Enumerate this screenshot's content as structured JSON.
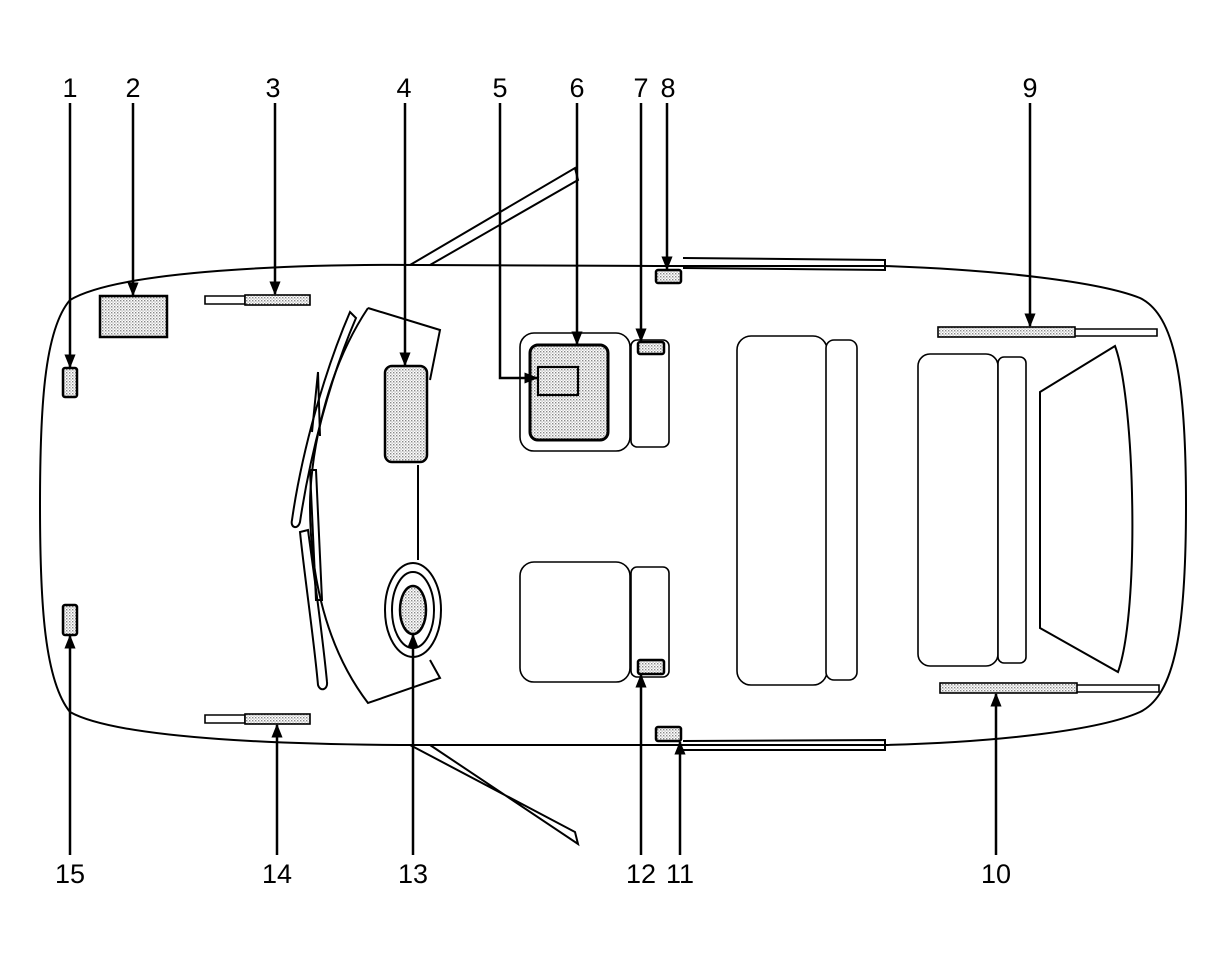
{
  "callouts": {
    "c1": "1",
    "c2": "2",
    "c3": "3",
    "c4": "4",
    "c5": "5",
    "c6": "6",
    "c7": "7",
    "c8": "8",
    "c9": "9",
    "c10": "10",
    "c11": "11",
    "c12": "12",
    "c13": "13",
    "c14": "14",
    "c15": "15"
  },
  "colors": {
    "line": "#000000",
    "background": "#ffffff",
    "stipple": "#9a9a9a"
  }
}
